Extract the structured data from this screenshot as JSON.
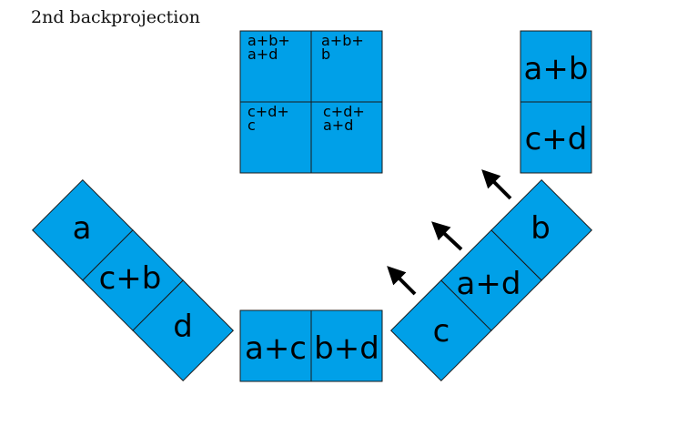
{
  "title": "2nd backprojection",
  "colors": {
    "cell_fill": "#00A0E8",
    "stroke": "#1a1a1a",
    "text": "#000000"
  },
  "grid": {
    "top_left": [
      "a+b+",
      "a+d"
    ],
    "top_right": [
      "a+b+",
      "b"
    ],
    "bottom_left": [
      "c+d+",
      "c"
    ],
    "bottom_right": [
      "c+d+",
      "a+d"
    ]
  },
  "vertical_strip": [
    "a+b",
    "c+d"
  ],
  "horizontal_strip": [
    "a+c",
    "b+d"
  ],
  "left_diagonal_strip": [
    "a",
    "c+b",
    "d"
  ],
  "right_diagonal_strip": [
    "c",
    "a+d",
    "b"
  ],
  "arrows": 3
}
